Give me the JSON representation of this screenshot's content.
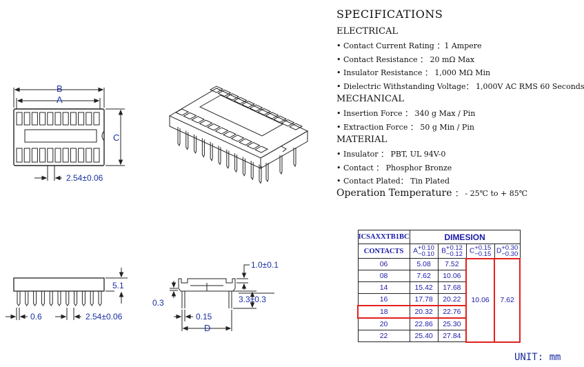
{
  "specs": {
    "title": "SPECIFICATIONS",
    "electrical": {
      "heading": "ELECTRICAL",
      "items": [
        "• Contact Current Rating ：1 Ampere",
        "• Contact Resistance ： 20 mΩ Max",
        "• Insulator Resistance ： 1,000 MΩ Min",
        "• Dielectric Withstanding Voltage： 1,000V AC RMS 60 Seconds"
      ]
    },
    "mechanical": {
      "heading": "MECHANICAL",
      "items": [
        "• Insertion Force ： 340 g Max / Pin",
        "• Extraction Force ： 50 g Min / Pin"
      ]
    },
    "material": {
      "heading": "MATERIAL",
      "items": [
        "• Insulator ： PBT, UL 94V-0",
        "• Contact ： Phosphor Bronze",
        "• Contact  Plated： Tin Plated"
      ]
    },
    "op_temp_label": "Operation Temperature",
    "op_temp_value": "： - 25℃ to + 85℃"
  },
  "drawing": {
    "label_b": "B",
    "label_a": "A",
    "label_c": "C",
    "label_d": "D",
    "pitch": "2.54±0.06",
    "pitch_side": "2.54±0.06",
    "lead_width": "0.6",
    "height": "5.1",
    "dim_1_0": "1.0±0.1",
    "dim_0_3": "0.3",
    "dim_3_3": "3.3±0.3",
    "dim_0_15": "0.15"
  },
  "table": {
    "part": "ICSAXXTB1BC",
    "dimension_header": "DIMESION",
    "contacts_header": "CONTACTS",
    "col_labels": [
      "A",
      "B",
      "C",
      "D"
    ],
    "col_tolerances": [
      [
        "+0.10",
        "−0.10"
      ],
      [
        "+0.12",
        "−0.12"
      ],
      [
        "+0.15",
        "−0.15"
      ],
      [
        "+0.30",
        "−0.30"
      ]
    ],
    "rows": [
      {
        "contacts": "06",
        "a": "5.08",
        "b": "7.52"
      },
      {
        "contacts": "08",
        "a": "7.62",
        "b": "10.06"
      },
      {
        "contacts": "14",
        "a": "15.42",
        "b": "17.68"
      },
      {
        "contacts": "16",
        "a": "17.78",
        "b": "20.22"
      },
      {
        "contacts": "18",
        "a": "20.32",
        "b": "22.76"
      },
      {
        "contacts": "20",
        "a": "22.86",
        "b": "25.30"
      },
      {
        "contacts": "22",
        "a": "25.40",
        "b": "27.84"
      }
    ],
    "c_value": "10.06",
    "d_value": "7.62",
    "highlight_color": "#e0201c"
  },
  "unit": "UNIT: mm"
}
